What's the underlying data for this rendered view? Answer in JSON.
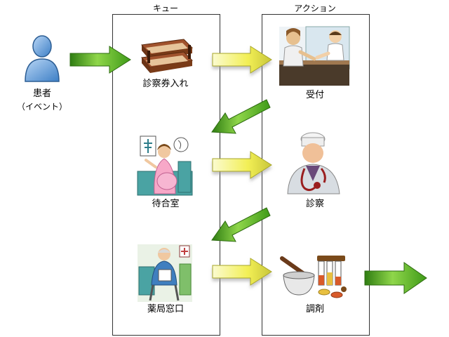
{
  "columns": {
    "queue": "キュー",
    "action": "アクション"
  },
  "patient": {
    "label": "患者",
    "sublabel": "（イベント）"
  },
  "queue_items": [
    {
      "label": "診察券入れ"
    },
    {
      "label": "待合室"
    },
    {
      "label": "薬局窓口"
    }
  ],
  "action_items": [
    {
      "label": "受付"
    },
    {
      "label": "診察"
    },
    {
      "label": "調剤"
    }
  ],
  "colors": {
    "arrow_green": "#5fb02a",
    "arrow_yellow": "#f2f05a",
    "box_border": "#333333"
  }
}
